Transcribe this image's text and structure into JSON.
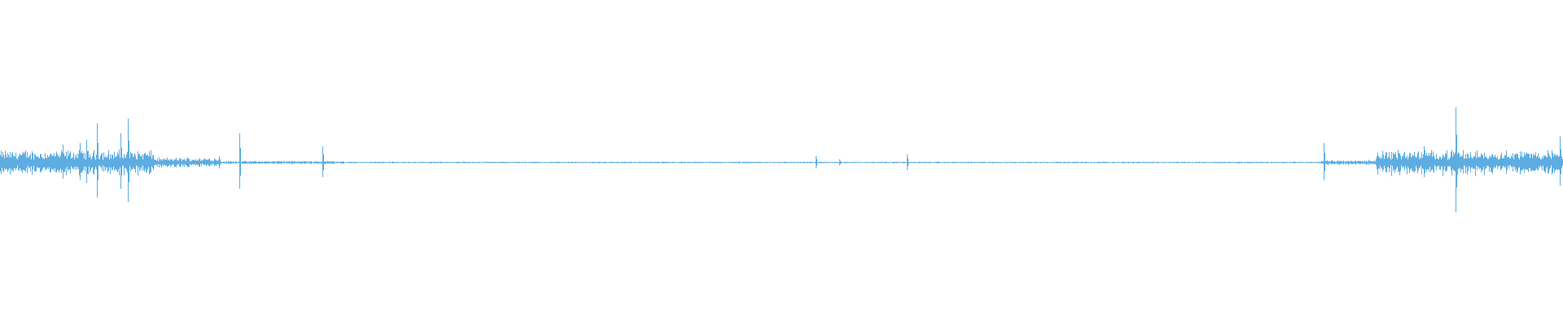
{
  "waveform": {
    "color": "#5dade2",
    "background": "#ffffff",
    "segments": [
      {
        "start": 0.0,
        "end": 0.098,
        "amp": 0.03
      },
      {
        "start": 0.098,
        "end": 0.14,
        "amp": 0.012
      },
      {
        "start": 0.14,
        "end": 0.22,
        "amp": 0.004
      },
      {
        "start": 0.22,
        "end": 0.845,
        "amp": 0.002
      },
      {
        "start": 0.845,
        "end": 0.88,
        "amp": 0.006
      },
      {
        "start": 0.88,
        "end": 1.0,
        "amp": 0.03
      }
    ],
    "spikes": [
      {
        "pos": 0.04,
        "amp": 0.055
      },
      {
        "pos": 0.051,
        "amp": 0.06
      },
      {
        "pos": 0.055,
        "amp": 0.07
      },
      {
        "pos": 0.062,
        "amp": 0.12
      },
      {
        "pos": 0.077,
        "amp": 0.09
      },
      {
        "pos": 0.082,
        "amp": 0.135
      },
      {
        "pos": 0.14,
        "amp": 0.02
      },
      {
        "pos": 0.153,
        "amp": 0.09
      },
      {
        "pos": 0.206,
        "amp": 0.05
      },
      {
        "pos": 0.522,
        "amp": 0.02
      },
      {
        "pos": 0.537,
        "amp": 0.01
      },
      {
        "pos": 0.58,
        "amp": 0.025
      },
      {
        "pos": 0.847,
        "amp": 0.06
      },
      {
        "pos": 0.891,
        "amp": 0.03
      },
      {
        "pos": 0.911,
        "amp": 0.05
      },
      {
        "pos": 0.931,
        "amp": 0.17
      },
      {
        "pos": 0.998,
        "amp": 0.08
      }
    ]
  }
}
